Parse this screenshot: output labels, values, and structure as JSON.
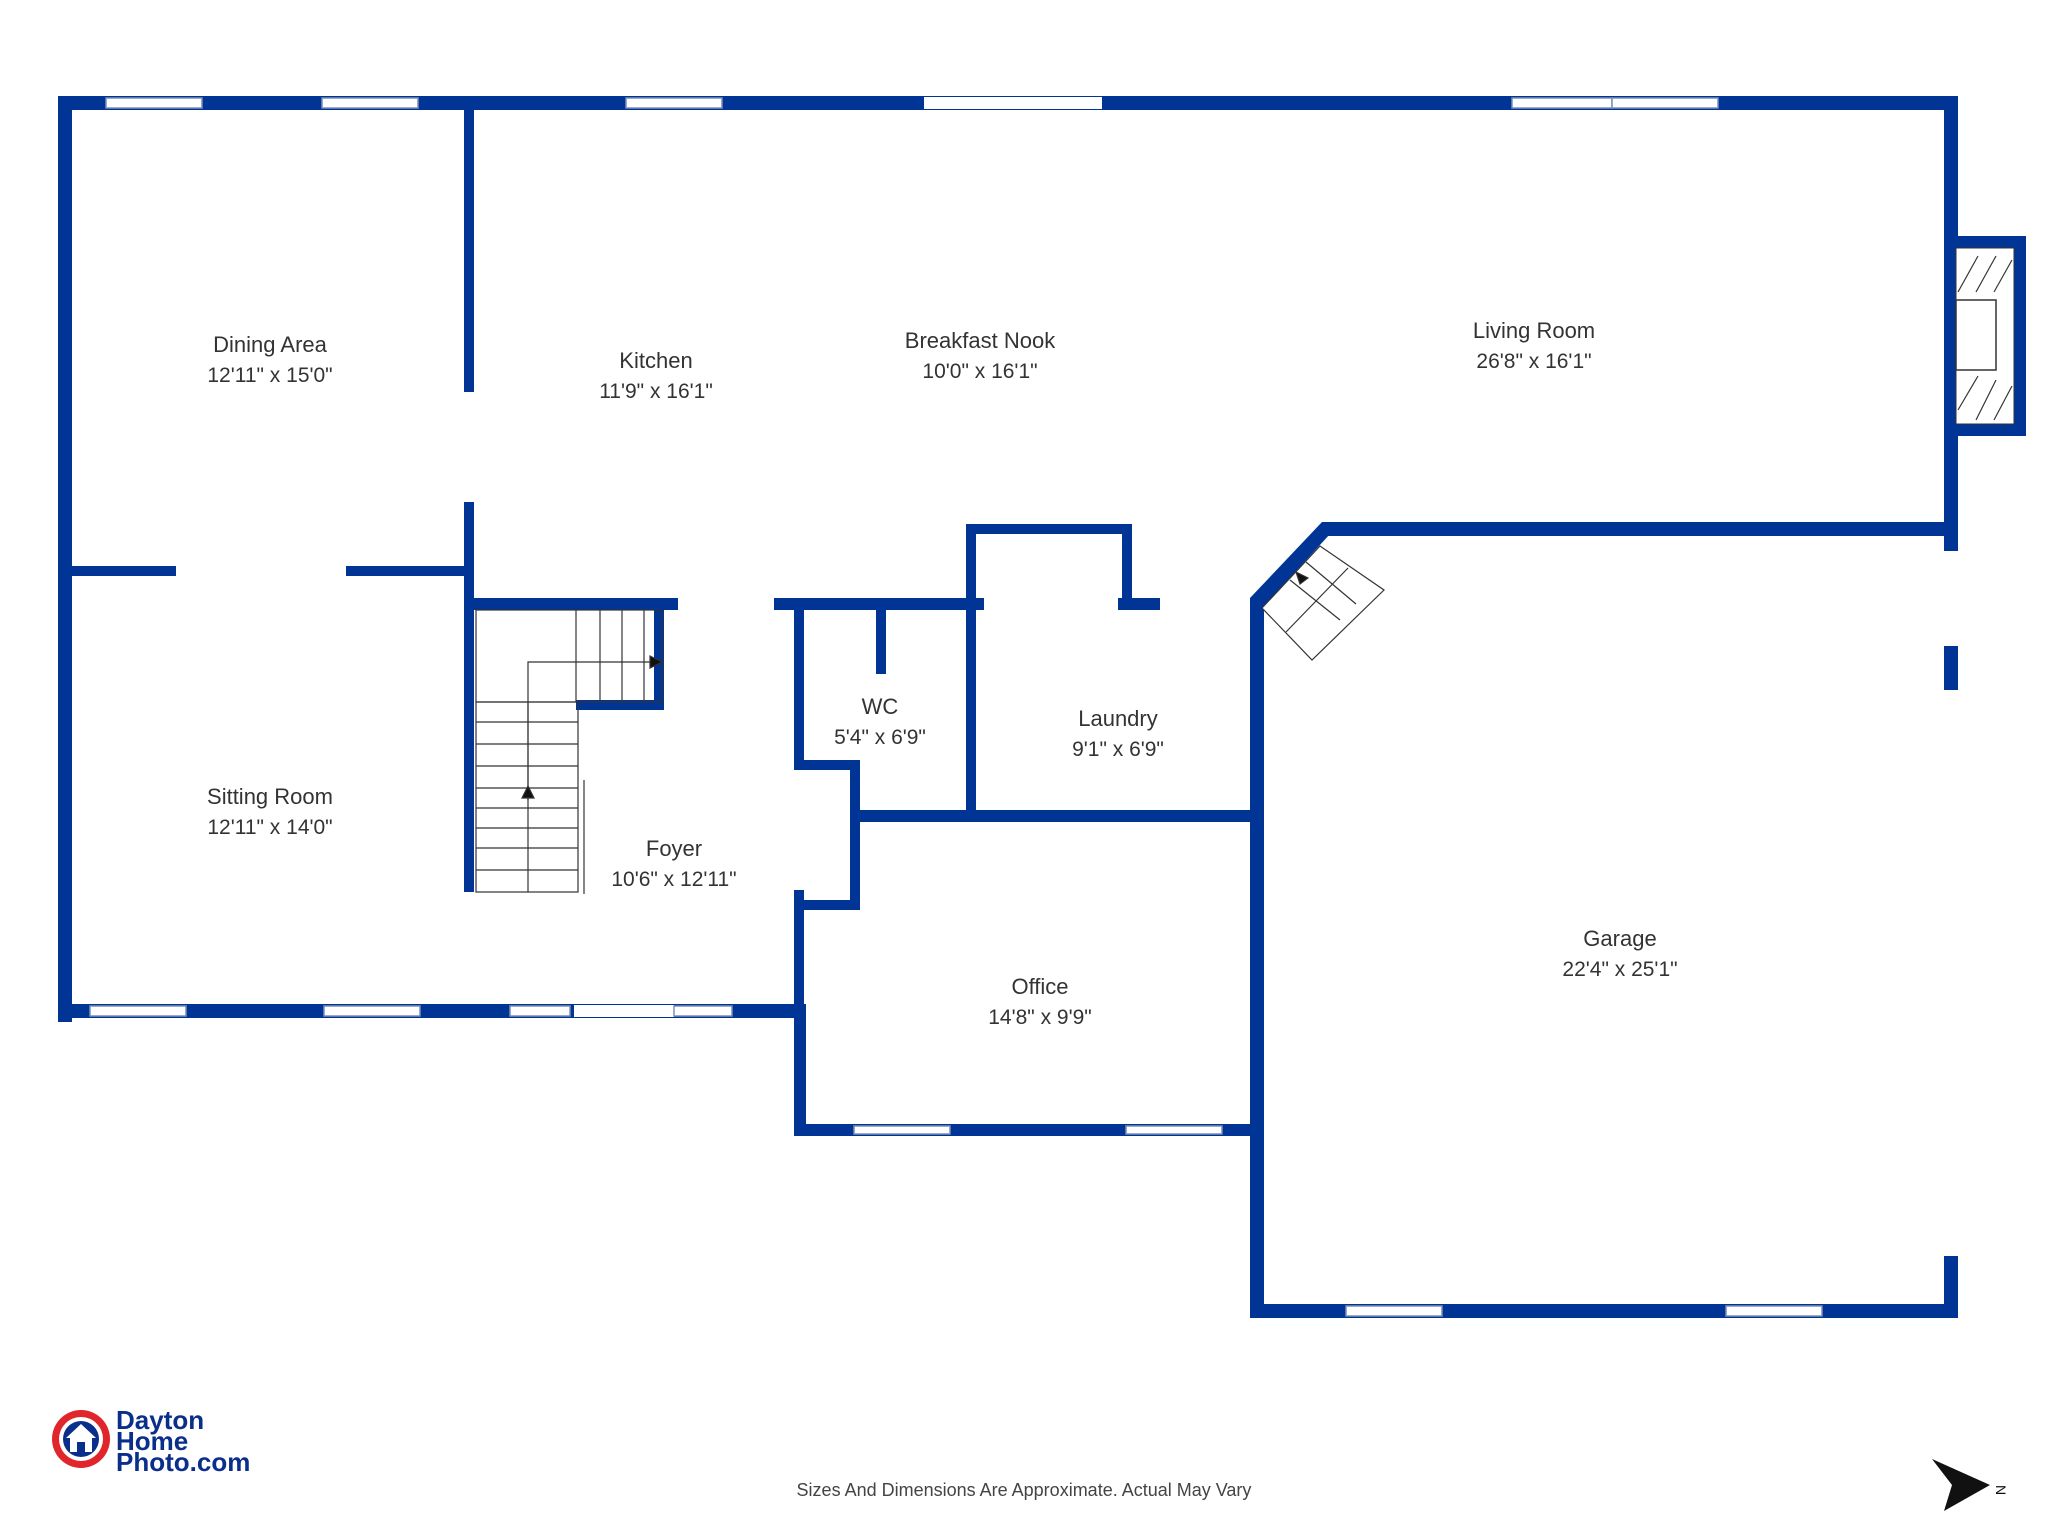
{
  "colors": {
    "wall": "#003595",
    "window": "#ffffff",
    "text": "#333333",
    "logo_red": "#e0262b",
    "logo_blue": "#0a2f8a"
  },
  "rooms": [
    {
      "id": "dining",
      "name": "Dining Area",
      "dims": "12'11\" x 15'0\""
    },
    {
      "id": "kitchen",
      "name": "Kitchen",
      "dims": "11'9\" x 16'1\""
    },
    {
      "id": "breakfast",
      "name": "Breakfast Nook",
      "dims": "10'0\" x 16'1\""
    },
    {
      "id": "living",
      "name": "Living Room",
      "dims": "26'8\" x 16'1\""
    },
    {
      "id": "sitting",
      "name": "Sitting Room",
      "dims": "12'11\" x 14'0\""
    },
    {
      "id": "wc",
      "name": "WC",
      "dims": "5'4\" x 6'9\""
    },
    {
      "id": "laundry",
      "name": "Laundry",
      "dims": "9'1\" x 6'9\""
    },
    {
      "id": "foyer",
      "name": "Foyer",
      "dims": "10'6\" x 12'11\""
    },
    {
      "id": "office",
      "name": "Office",
      "dims": "14'8\" x 9'9\""
    },
    {
      "id": "garage",
      "name": "Garage",
      "dims": "22'4\" x 25'1\""
    }
  ],
  "footer": {
    "note": "Sizes And Dimensions Are Approximate. Actual May Vary"
  },
  "logo": {
    "line1": "Dayton",
    "line2": "Home",
    "line3": "Photo.com"
  },
  "compass": {
    "label": "N",
    "icon": "north-arrow-icon"
  }
}
